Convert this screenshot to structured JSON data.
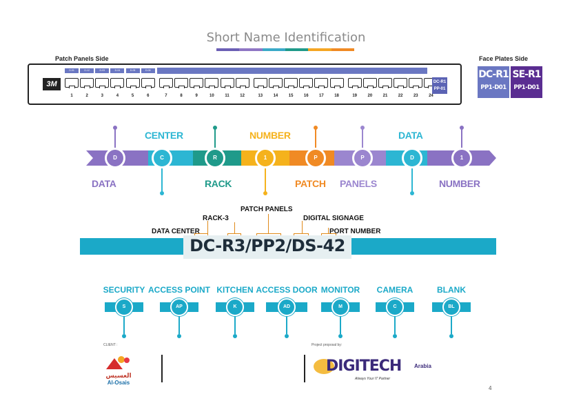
{
  "title": "Short Name Identification",
  "title_bar_colors": [
    "#6b5fb5",
    "#8f76c4",
    "#3aaac8",
    "#1f9a8a",
    "#f5a623",
    "#f08a24"
  ],
  "patch_panels_side": "Patch Panels Side",
  "face_plates_side": "Face Plates Side",
  "panel": {
    "brand": "3M",
    "tags": [
      "D-01",
      "D-12",
      "D-03",
      "D-04",
      "D-05",
      "D-06"
    ],
    "port_numbers": [
      "1",
      "2",
      "3",
      "4",
      "5",
      "6",
      "7",
      "8",
      "9",
      "10",
      "11",
      "12",
      "13",
      "14",
      "15",
      "16",
      "17",
      "18",
      "19",
      "20",
      "21",
      "22",
      "23",
      "24"
    ],
    "label_line1": "DC-R1",
    "label_line2": "PP-01"
  },
  "face_plates": [
    {
      "line1": "DC-R1",
      "line2": "PP1-D01",
      "color": "#6a77c2"
    },
    {
      "line1": "SE-R1",
      "line2": "PP1-D01",
      "color": "#5a2d91"
    }
  ],
  "ribbon": {
    "letters": [
      "D",
      "C",
      "R",
      "1",
      "P",
      "P",
      "D",
      "1"
    ],
    "top_labels": [
      "CENTER",
      "NUMBER",
      "DATA"
    ],
    "bottom_labels": [
      "DATA",
      "RACK",
      "PATCH",
      "PANELS",
      "NUMBER"
    ]
  },
  "code": {
    "value": "DC-R3/PP2/DS-42",
    "annotations": {
      "patch_panels": "PATCH PANELS",
      "rack": "RACK-3",
      "digital_signage": "DIGITAL SIGNAGE",
      "data_center": "DATA CENTER",
      "port_number": "PORT NUMBER"
    }
  },
  "devices": [
    {
      "label": "SECURITY",
      "code": "S"
    },
    {
      "label": "ACCESS POINT",
      "code": "AP"
    },
    {
      "label": "KITCHEN",
      "code": "K"
    },
    {
      "label": "ACCESS DOOR",
      "code": "AD"
    },
    {
      "label": "MONITOR",
      "code": "M"
    },
    {
      "label": "CAMERA",
      "code": "C"
    },
    {
      "label": "BLANK",
      "code": "BL"
    }
  ],
  "footer": {
    "client_label": "CLIENT :",
    "proposal_label": "Project proposal by:",
    "client_name_ar": "العسيس",
    "client_name_en": "Al-Osais",
    "company_name": "DIGITECH",
    "company_suffix": "Arabia",
    "company_tagline": "Always Your IT Partner",
    "page_number": "4"
  }
}
